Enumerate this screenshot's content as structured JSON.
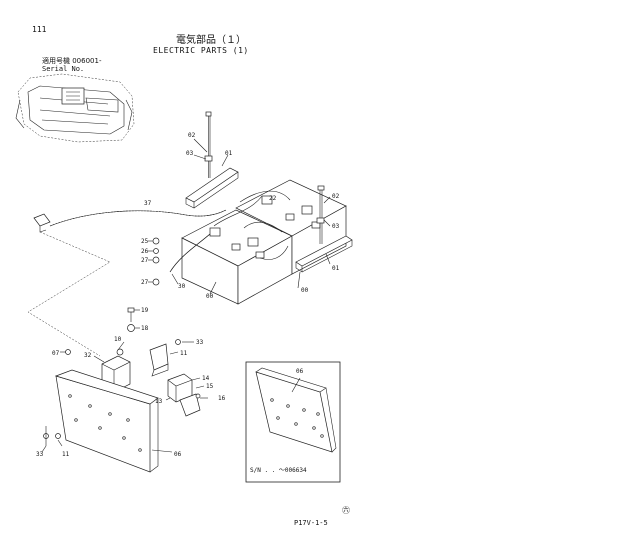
{
  "page_number": "111",
  "title_jp": "電気部品（１）",
  "title_en": "ELECTRIC PARTS (1)",
  "serial_jp": "適用号機 006001-",
  "serial_en": "Serial No.",
  "inset_serial": "S/N . . ～006634",
  "footer_code": "P17V-1-5",
  "corner_mark": "㊅",
  "callouts": [
    {
      "id": "c02a",
      "text": "02"
    },
    {
      "id": "c03a",
      "text": "03"
    },
    {
      "id": "c01a",
      "text": "01"
    },
    {
      "id": "c22",
      "text": "22"
    },
    {
      "id": "c37",
      "text": "37"
    },
    {
      "id": "c02b",
      "text": "02"
    },
    {
      "id": "c03b",
      "text": "03"
    },
    {
      "id": "c01b",
      "text": "01"
    },
    {
      "id": "c25",
      "text": "25"
    },
    {
      "id": "c26",
      "text": "26"
    },
    {
      "id": "c27a",
      "text": "27"
    },
    {
      "id": "c27b",
      "text": "27"
    },
    {
      "id": "c30",
      "text": "30"
    },
    {
      "id": "c00a",
      "text": "00"
    },
    {
      "id": "c00b",
      "text": "00"
    },
    {
      "id": "c19",
      "text": "19"
    },
    {
      "id": "c18",
      "text": "18"
    },
    {
      "id": "c10",
      "text": "10"
    },
    {
      "id": "c32",
      "text": "32"
    },
    {
      "id": "c07",
      "text": "07"
    },
    {
      "id": "c33a",
      "text": "33"
    },
    {
      "id": "c11a",
      "text": "11"
    },
    {
      "id": "c14",
      "text": "14"
    },
    {
      "id": "c15",
      "text": "15"
    },
    {
      "id": "c13",
      "text": "13"
    },
    {
      "id": "c16",
      "text": "16"
    },
    {
      "id": "c06a",
      "text": "06"
    },
    {
      "id": "c06b",
      "text": "06"
    },
    {
      "id": "c33b",
      "text": "33"
    },
    {
      "id": "c11b",
      "text": "11"
    }
  ]
}
